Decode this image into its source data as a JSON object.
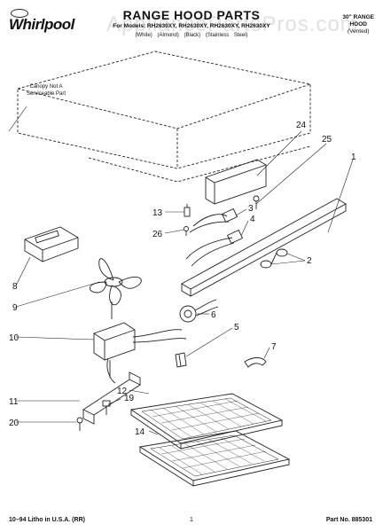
{
  "header": {
    "brand": "Whirlpool",
    "title": "RANGE HOOD PARTS",
    "models": "For Models: RH2630XY, RH2630XY, RH2630XY, RH2630XY",
    "finishes": [
      "(White)",
      "(Almond)",
      "(Black)",
      "(Stainless Steel)"
    ],
    "size_title": "30\" RANGE",
    "size_sub": "HOOD",
    "size_note": "(Vented)"
  },
  "watermark": "AppliancePartsPros.com",
  "canopy_note": [
    "Canopy Not A",
    "Serviceable Part"
  ],
  "callouts": [
    "24",
    "25",
    "1",
    "13",
    "3",
    "4",
    "26",
    "2",
    "8",
    "9",
    "6",
    "10",
    "5",
    "7",
    "11",
    "12",
    "19",
    "20",
    "14"
  ],
  "footer": {
    "left": "10–94 Litho in U.S.A. (RR)",
    "center": "1",
    "right": "Part No. 885301"
  }
}
